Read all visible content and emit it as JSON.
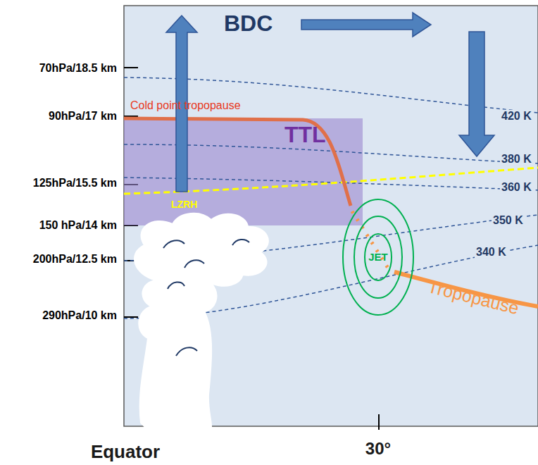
{
  "diagram": {
    "nodes": [
      {
        "text": [
          "TTL"
        ]
      },
      {
        "text": [
          "JET"
        ]
      }
    ],
    "labels": [
      "BDC",
      "70hPa/18.5 km",
      "90hPa/17 km",
      "Cold point tropopause",
      "420 K",
      "125hPa/15.5 km",
      "380 K",
      "360 K",
      "LZRH",
      "150 hPa/14 km",
      "350 K",
      "200hPa/12.5 km",
      "340 K",
      "Tropopause",
      "290hPa/10 km",
      "Equator",
      "30°"
    ]
  }
}
